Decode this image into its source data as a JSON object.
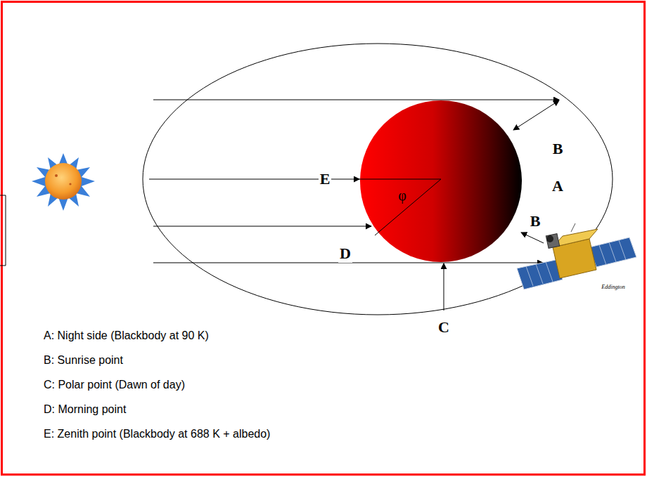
{
  "diagram": {
    "labels": [
      "B",
      "A",
      "B",
      "E",
      "φ",
      "D",
      "C",
      "A: Night side (Blackbody at 90 K)",
      "B: Sunrise point",
      "C: Polar point (Dawn of day)",
      "D: Morning point",
      "E: Zenith point (Blackbody at 688 K + albedo)",
      "Eddington"
    ]
  }
}
